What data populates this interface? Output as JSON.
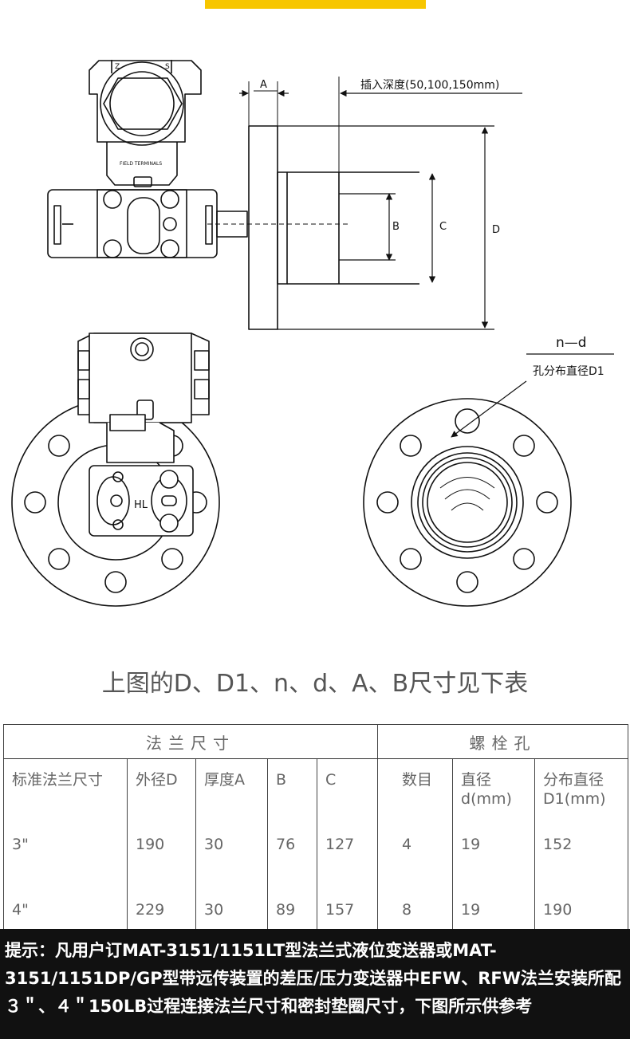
{
  "labels": {
    "dim_a": "A",
    "insert_depth": "插入深度(50,100,150mm)",
    "dim_b": "B",
    "dim_c": "C",
    "dim_d": "D",
    "nd": "n—d",
    "hole_circle": "孔分布直径D1",
    "hl": "HL",
    "field_terminals": "FIELD TERMINALS",
    "z": "Z",
    "s": "S"
  },
  "caption": "上图的D、D1、n、d、A、B尺寸见下表",
  "table": {
    "group_flange": "法兰尺寸",
    "group_bolt": "螺栓孔",
    "headers": [
      "标准法兰尺寸",
      "外径D",
      "厚度A",
      "B",
      "C",
      "数目",
      "直径\nd(mm)",
      "分布直径\nD1(mm)"
    ],
    "rows": [
      [
        "3\"",
        "190",
        "30",
        "76",
        "127",
        "4",
        "19",
        "152"
      ],
      [
        "4\"",
        "229",
        "30",
        "89",
        "157",
        "8",
        "19",
        "190"
      ]
    ]
  },
  "note": "提示：凡用户订MAT-3151/1151LT型法兰式液位变送器或MAT-3151/1151DP/GP型带远传装置的差压/压力变送器中EFW、RFW法兰安装所配３＂、４＂150LB过程连接法兰尺寸和密封垫圈尺寸，下图所示供参考",
  "colors": {
    "accent": "#f7c600",
    "note_bg": "#111111"
  }
}
